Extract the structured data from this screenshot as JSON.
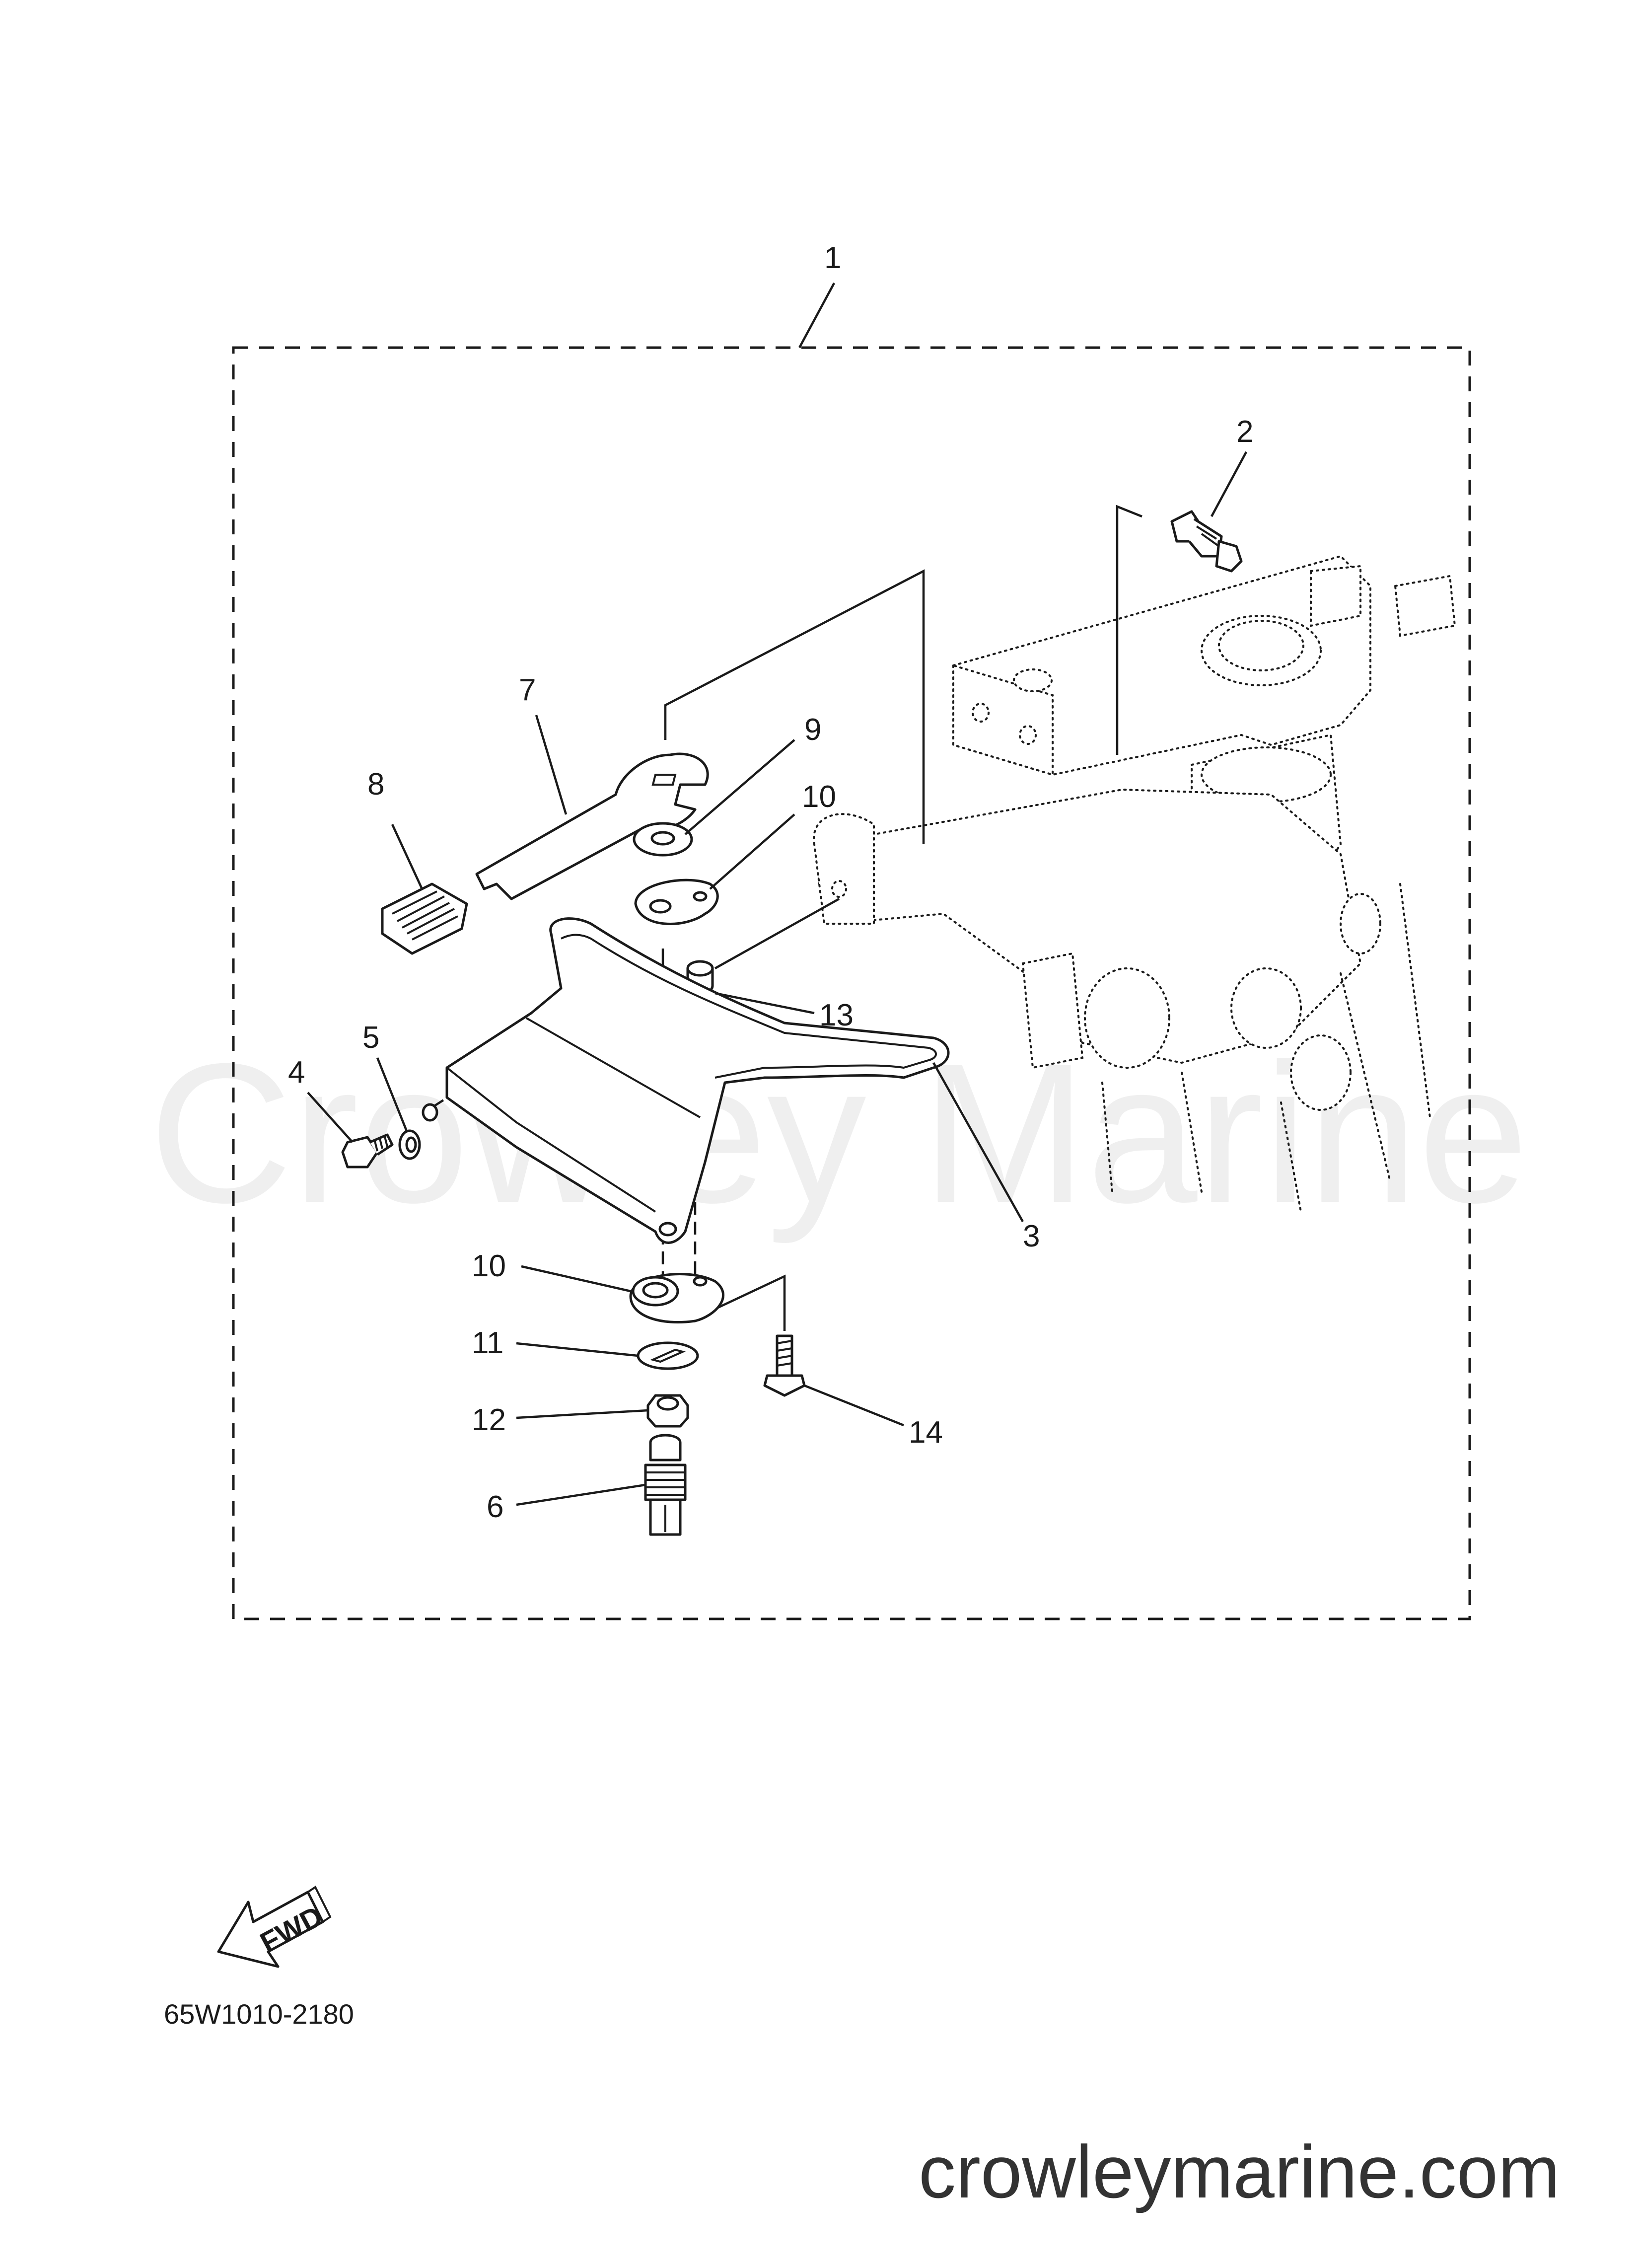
{
  "diagram_code": "65W1010-2180",
  "website": "crowleymarine.com",
  "watermark_text": "Crowley Marine",
  "fwd_label": "FWD",
  "callouts": {
    "c1": "1",
    "c2": "2",
    "c3": "3",
    "c4": "4",
    "c5": "5",
    "c6": "6",
    "c7": "7",
    "c8": "8",
    "c9": "9",
    "c10a": "10",
    "c10b": "10",
    "c11": "11",
    "c12": "12",
    "c13": "13",
    "c14": "14"
  }
}
